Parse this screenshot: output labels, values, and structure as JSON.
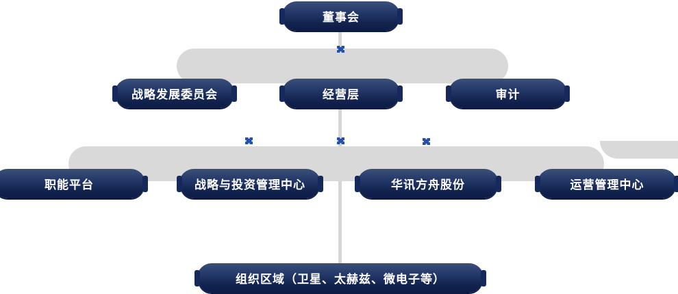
{
  "org": {
    "level1": [
      {
        "label": "董事会"
      }
    ],
    "level2": [
      {
        "label": "战略发展委员会"
      },
      {
        "label": "经营层"
      },
      {
        "label": "审计"
      }
    ],
    "level3": [
      {
        "label": "职能平台"
      },
      {
        "label": "战略与投资管理中心"
      },
      {
        "label": "华讯方舟股份"
      },
      {
        "label": "运营管理中心"
      }
    ],
    "level4": [
      {
        "label": "组织区域（卫星、太赫兹、微电子等）"
      }
    ],
    "icons": {
      "cross": "plus-connector-icon"
    },
    "colors": {
      "node_gradient_top": "#3b5078",
      "node_gradient_bottom": "#0c1b47",
      "node_text": "#ffffff",
      "band": "#d9d9d9",
      "connector_line": "#d6d6d6",
      "cross_icon": "#2750ab"
    }
  }
}
